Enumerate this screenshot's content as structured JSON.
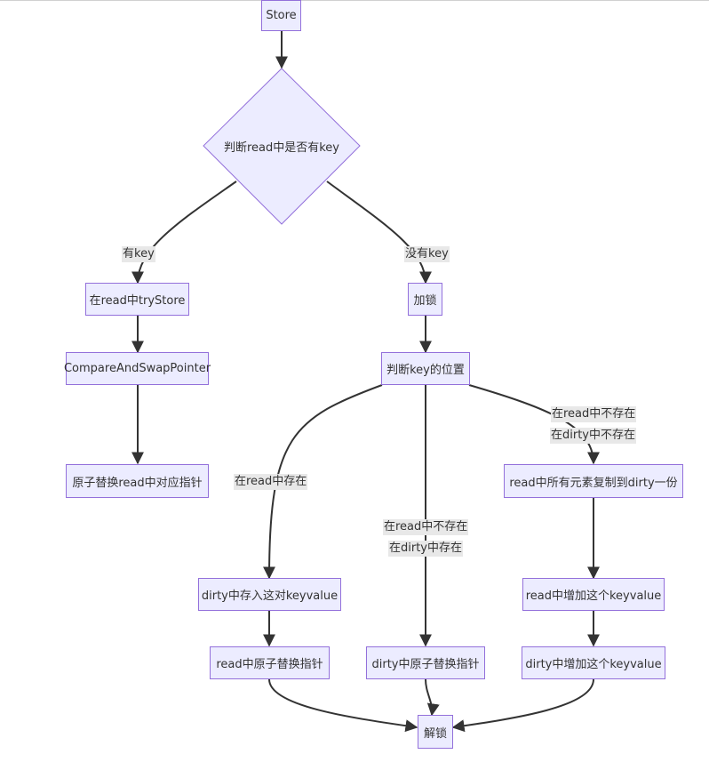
{
  "nodes": {
    "store": "Store",
    "decision": "判断read中是否有key",
    "read_try_store": "在read中tryStore",
    "cas_pointer": "CompareAndSwapPointer",
    "atomic_replace": "原子替换read中对应指针",
    "lock": "加锁",
    "check_key_pos": "判断key的位置",
    "dirty_store_kv": "dirty中存入这对keyvalue",
    "read_atomic_replace": "read中原子替换指针",
    "dirty_atomic_replace": "dirty中原子替换指针",
    "copy_read_to_dirty": "read中所有元素复制到dirty一份",
    "read_add_kv": "read中增加这个keyvalue",
    "dirty_add_kv": "dirty中增加这个keyvalue",
    "unlock": "解锁"
  },
  "edge_labels": {
    "has_key": "有key",
    "no_key": "没有key",
    "in_read": "在read中存在",
    "not_in_read_in_dirty_1": "在read中不存在",
    "not_in_read_in_dirty_2": "在dirty中存在",
    "not_in_read_not_in_dirty_1": "在read中不存在",
    "not_in_read_not_in_dirty_2": "在dirty中不存在"
  }
}
